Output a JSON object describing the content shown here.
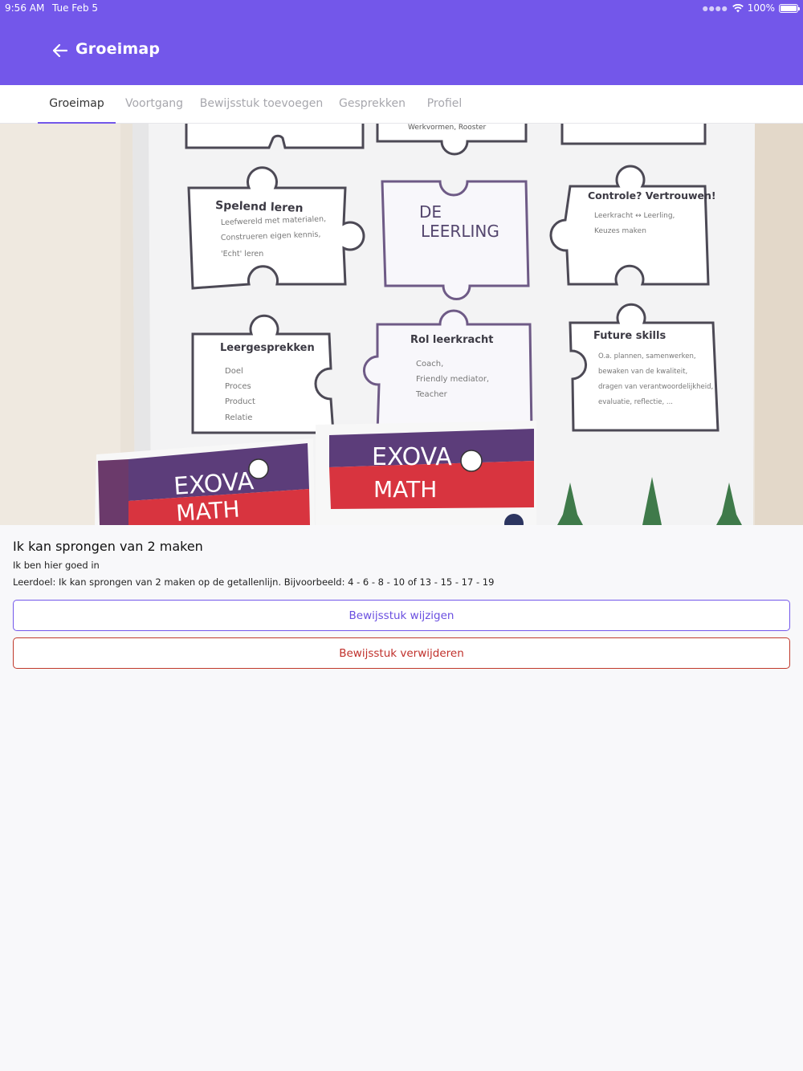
{
  "status_bar": {
    "time": "9:56 AM",
    "date": "Tue Feb 5",
    "battery": "100%"
  },
  "header": {
    "title": "Groeimap"
  },
  "tabs": [
    {
      "label": "Groeimap",
      "active": true
    },
    {
      "label": "Voortgang",
      "active": false
    },
    {
      "label": "Bewijsstuk toevoegen",
      "active": false
    },
    {
      "label": "Gesprekken",
      "active": false
    },
    {
      "label": "Profiel",
      "active": false
    }
  ],
  "photo": {
    "header_fragment": "Werkvormen, Rooster",
    "pieces": [
      {
        "title": "Spelend leren",
        "lines": [
          "Leefwereld met materialen,",
          "Construeren eigen kennis,",
          "'Echt' leren"
        ]
      },
      {
        "title": "DE",
        "subtitle": "LEERLING",
        "lines": []
      },
      {
        "title": "Controle? Vertrouwen!",
        "lines": [
          "Leerkracht ↔ Leerling,",
          "Keuzes maken"
        ]
      },
      {
        "title": "Leergesprekken",
        "lines": [
          "Doel",
          "Proces",
          "Product",
          "Relatie"
        ]
      },
      {
        "title": "Rol leerkracht",
        "lines": [
          "Coach,",
          "Friendly mediator,",
          "Teacher"
        ]
      },
      {
        "title": "Future skills",
        "lines": [
          "O.a. plannen, samenwerken,",
          "bewaken van de kwaliteit,",
          "dragen van verantwoordelijkheid,",
          "evaluatie, reflectie, ..."
        ]
      }
    ],
    "box_label_top": "EXOVA",
    "box_label_bottom": "MATH"
  },
  "goal": {
    "title": "Ik kan sprongen van 2 maken",
    "status": "Ik ben hier goed in",
    "description": "Leerdoel: Ik kan sprongen van 2 maken op de getallenlijn. Bijvoorbeeld: 4 - 6 - 8 - 10 of 13 - 15 - 17 - 19"
  },
  "actions": {
    "edit_label": "Bewijsstuk wijzigen",
    "delete_label": "Bewijsstuk verwijderen"
  },
  "colors": {
    "primary": "#7357ea",
    "danger": "#c0302b",
    "background": "#f8f8fa"
  }
}
